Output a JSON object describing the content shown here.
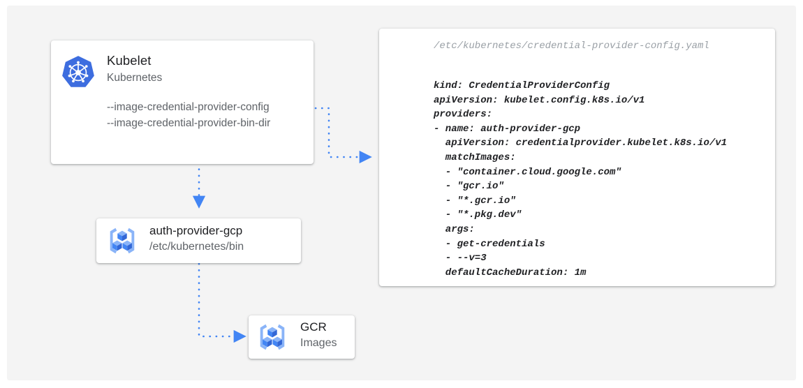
{
  "canvas": {
    "background_color": "#f4f4f4",
    "page_background": "#ffffff"
  },
  "theme": {
    "accent_blue": "#4285f4",
    "icon_light_blue": "#8ab4f8",
    "text_primary": "#202124",
    "text_secondary": "#5f6368",
    "text_muted": "#9aa0a6",
    "card_background": "#ffffff"
  },
  "nodes": {
    "kubelet": {
      "icon": "kubernetes-logo-icon",
      "title": "Kubelet",
      "subtitle": "Kubernetes",
      "flags": [
        "--image-credential-provider-config",
        "--image-credential-provider-bin-dir"
      ]
    },
    "auth_provider": {
      "icon": "container-registry-icon",
      "title": "auth-provider-gcp",
      "subtitle": "/etc/kubernetes/bin"
    },
    "gcr": {
      "icon": "container-registry-icon",
      "title": "GCR",
      "subtitle": "Images"
    }
  },
  "code_panel": {
    "filename": "/etc/kubernetes/credential-provider-config.yaml",
    "language": "yaml",
    "lines": [
      "kind: CredentialProviderConfig",
      "apiVersion: kubelet.config.k8s.io/v1",
      "providers:",
      "- name: auth-provider-gcp",
      "  apiVersion: credentialprovider.kubelet.k8s.io/v1",
      "  matchImages:",
      "  - \"container.cloud.google.com\"",
      "  - \"gcr.io\"",
      "  - \"*.gcr.io\"",
      "  - \"*.pkg.dev\"",
      "  args:",
      "  - get-credentials",
      "  - --v=3",
      "  defaultCacheDuration: 1m"
    ]
  },
  "connectors": [
    {
      "name": "kubelet-to-code-panel",
      "from": "kubelet",
      "to": "code_panel",
      "style": "dotted",
      "color": "#4285f4",
      "arrowhead": "right"
    },
    {
      "name": "kubelet-to-auth-provider",
      "from": "kubelet",
      "to": "auth_provider",
      "style": "dotted",
      "color": "#4285f4",
      "arrowhead": "down"
    },
    {
      "name": "auth-provider-to-gcr",
      "from": "auth_provider",
      "to": "gcr",
      "style": "dotted",
      "color": "#4285f4",
      "arrowhead": "right"
    }
  ]
}
